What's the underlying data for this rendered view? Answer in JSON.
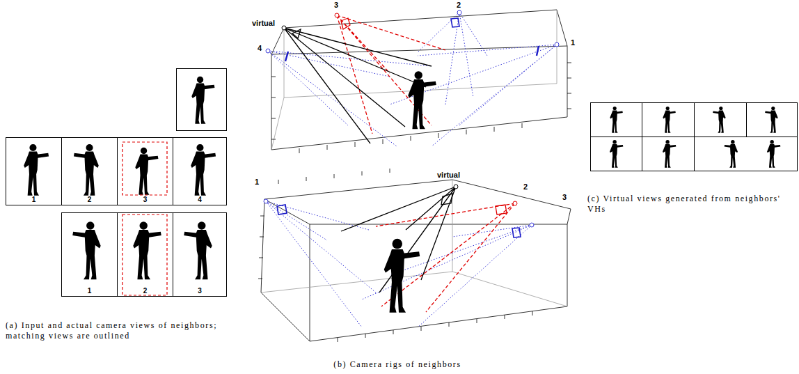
{
  "diagram": {
    "nodes": [
      {
        "text": [
          "1"
        ]
      },
      {
        "text": [
          "2"
        ]
      },
      {
        "text": [
          "3"
        ]
      },
      {
        "text": [
          "4"
        ]
      },
      {
        "text": [
          "1"
        ]
      },
      {
        "text": [
          "2"
        ]
      },
      {
        "text": [
          "3"
        ]
      }
    ],
    "labels": [
      "3",
      "2",
      "virtual",
      "4",
      "1",
      "1",
      "virtual",
      "2",
      "3",
      "(a) Input and actual camera views of neighbors; matching views are outlined",
      "(b) Camera rigs of neighbors",
      "(c) Virtual views generated from neighbors' VHs"
    ]
  }
}
